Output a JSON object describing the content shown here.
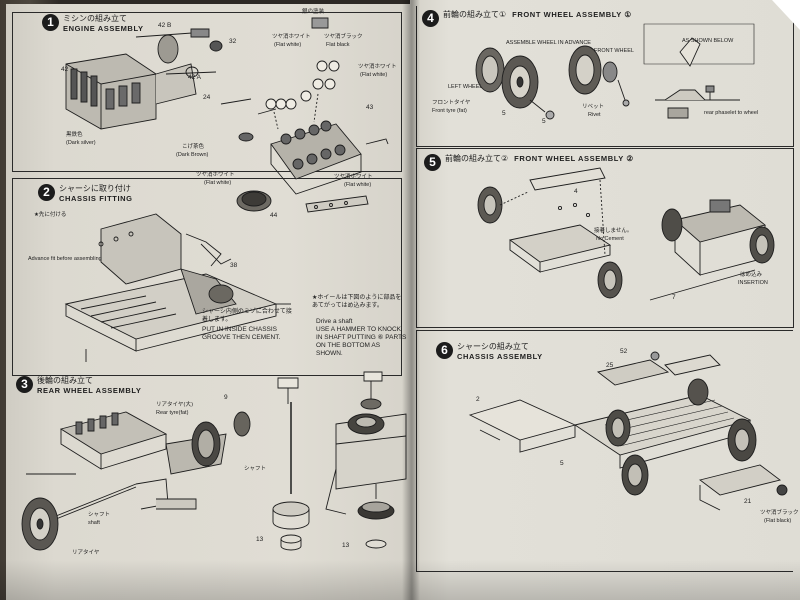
{
  "page_left": {
    "step1": {
      "number": "1",
      "title_jp": "ミシンの組み立て",
      "title_en": "ENGINE ASSEMBLY",
      "callouts": [
        "42 B",
        "32",
        "42",
        "42 A",
        "24",
        "43",
        "44"
      ],
      "parts": [
        {
          "jp": "銀の塗装",
          "en": ""
        },
        {
          "jp": "ツヤ消ホワイト",
          "en": "(Flat white)"
        },
        {
          "jp": "ツヤ消ブラック",
          "en": "Flat black"
        },
        {
          "jp": "ツヤ消ホワイト",
          "en": "(Flat white)"
        },
        {
          "jp": "黒鉄色",
          "en": "(Dark silver)"
        },
        {
          "jp": "こげ茶色",
          "en": "(Dark Brown)"
        },
        {
          "jp": "ツヤ消ホワイト",
          "en": "(Flat white)"
        },
        {
          "jp": "ツヤ消ホワイト",
          "en": "(Flat white)"
        }
      ]
    },
    "step2": {
      "number": "2",
      "title_jp": "シャーシに取り付け",
      "title_en": "CHASSIS FITTING",
      "note_prefix": "★先に付ける",
      "note_adv": "Advance fit before assembling",
      "callouts": [
        "38"
      ],
      "instruction_jp": "シャーシ内側のミゾに合わせて接着します。",
      "instruction_en": "PUT IN INSIDE CHASSIS GROOVE THEN CEMENT.",
      "drive_jp": "★ホイールは下図のように部品をあてがってはめ込みます。",
      "drive_en": "USE A HAMMER TO KNOCK IN SHAFT PUTTING ⑥ PARTS ON THE BOTTOM AS SHOWN.",
      "drive_title": "Drive a shaft"
    },
    "step3": {
      "number": "3",
      "title_jp": "後輪の組み立て",
      "title_en": "REAR WHEEL ASSEMBLY",
      "rear_tyre_jp": "リアタイヤ(大)",
      "rear_tyre_en": "Rear tyre(fat)",
      "shaft_jp": "シャフト",
      "shaft_en": "shaft",
      "shaft_label": "シャフト",
      "rear_tire_label": "リアタイヤ",
      "callouts": [
        "9",
        "13",
        "13"
      ]
    }
  },
  "page_right": {
    "step4": {
      "number": "4",
      "title_jp": "前輪の組み立て①",
      "title_en": "FRONT WHEEL ASSEMBLY ①",
      "assemble_note": "ASSEMBLE WHEEL IN ADVANCE",
      "front_wheel": "FRONT WHEEL",
      "left_wheel": "LEFT WHEEL",
      "front_tyre_jp": "フロントタイヤ",
      "front_tyre_en": "Front tyre (fat)",
      "rivet_jp": "リベット",
      "rivet_en": "Rivet",
      "note_top": "AS SHOWN BELOW",
      "press_note": "rear phaselet to wheel",
      "callouts": [
        "5",
        "5"
      ]
    },
    "step5": {
      "number": "5",
      "title_jp": "前輪の組み立て②",
      "title_en": "FRONT WHEEL ASSEMBLY ②",
      "no_cement_jp": "接着しません。",
      "no_cement_en": "No Cement",
      "insertion_jp": "はめ込み",
      "insertion_en": "INSERTION",
      "callouts": [
        "4",
        "7"
      ]
    },
    "step6": {
      "number": "6",
      "title_jp": "シャーシの組み立て",
      "title_en": "CHASSIS ASSEMBLY",
      "flat_black_jp": "ツヤ消ブラック",
      "flat_black_en": "(Flat black)",
      "callouts": [
        "52",
        "25",
        "2",
        "5",
        "21"
      ]
    }
  }
}
